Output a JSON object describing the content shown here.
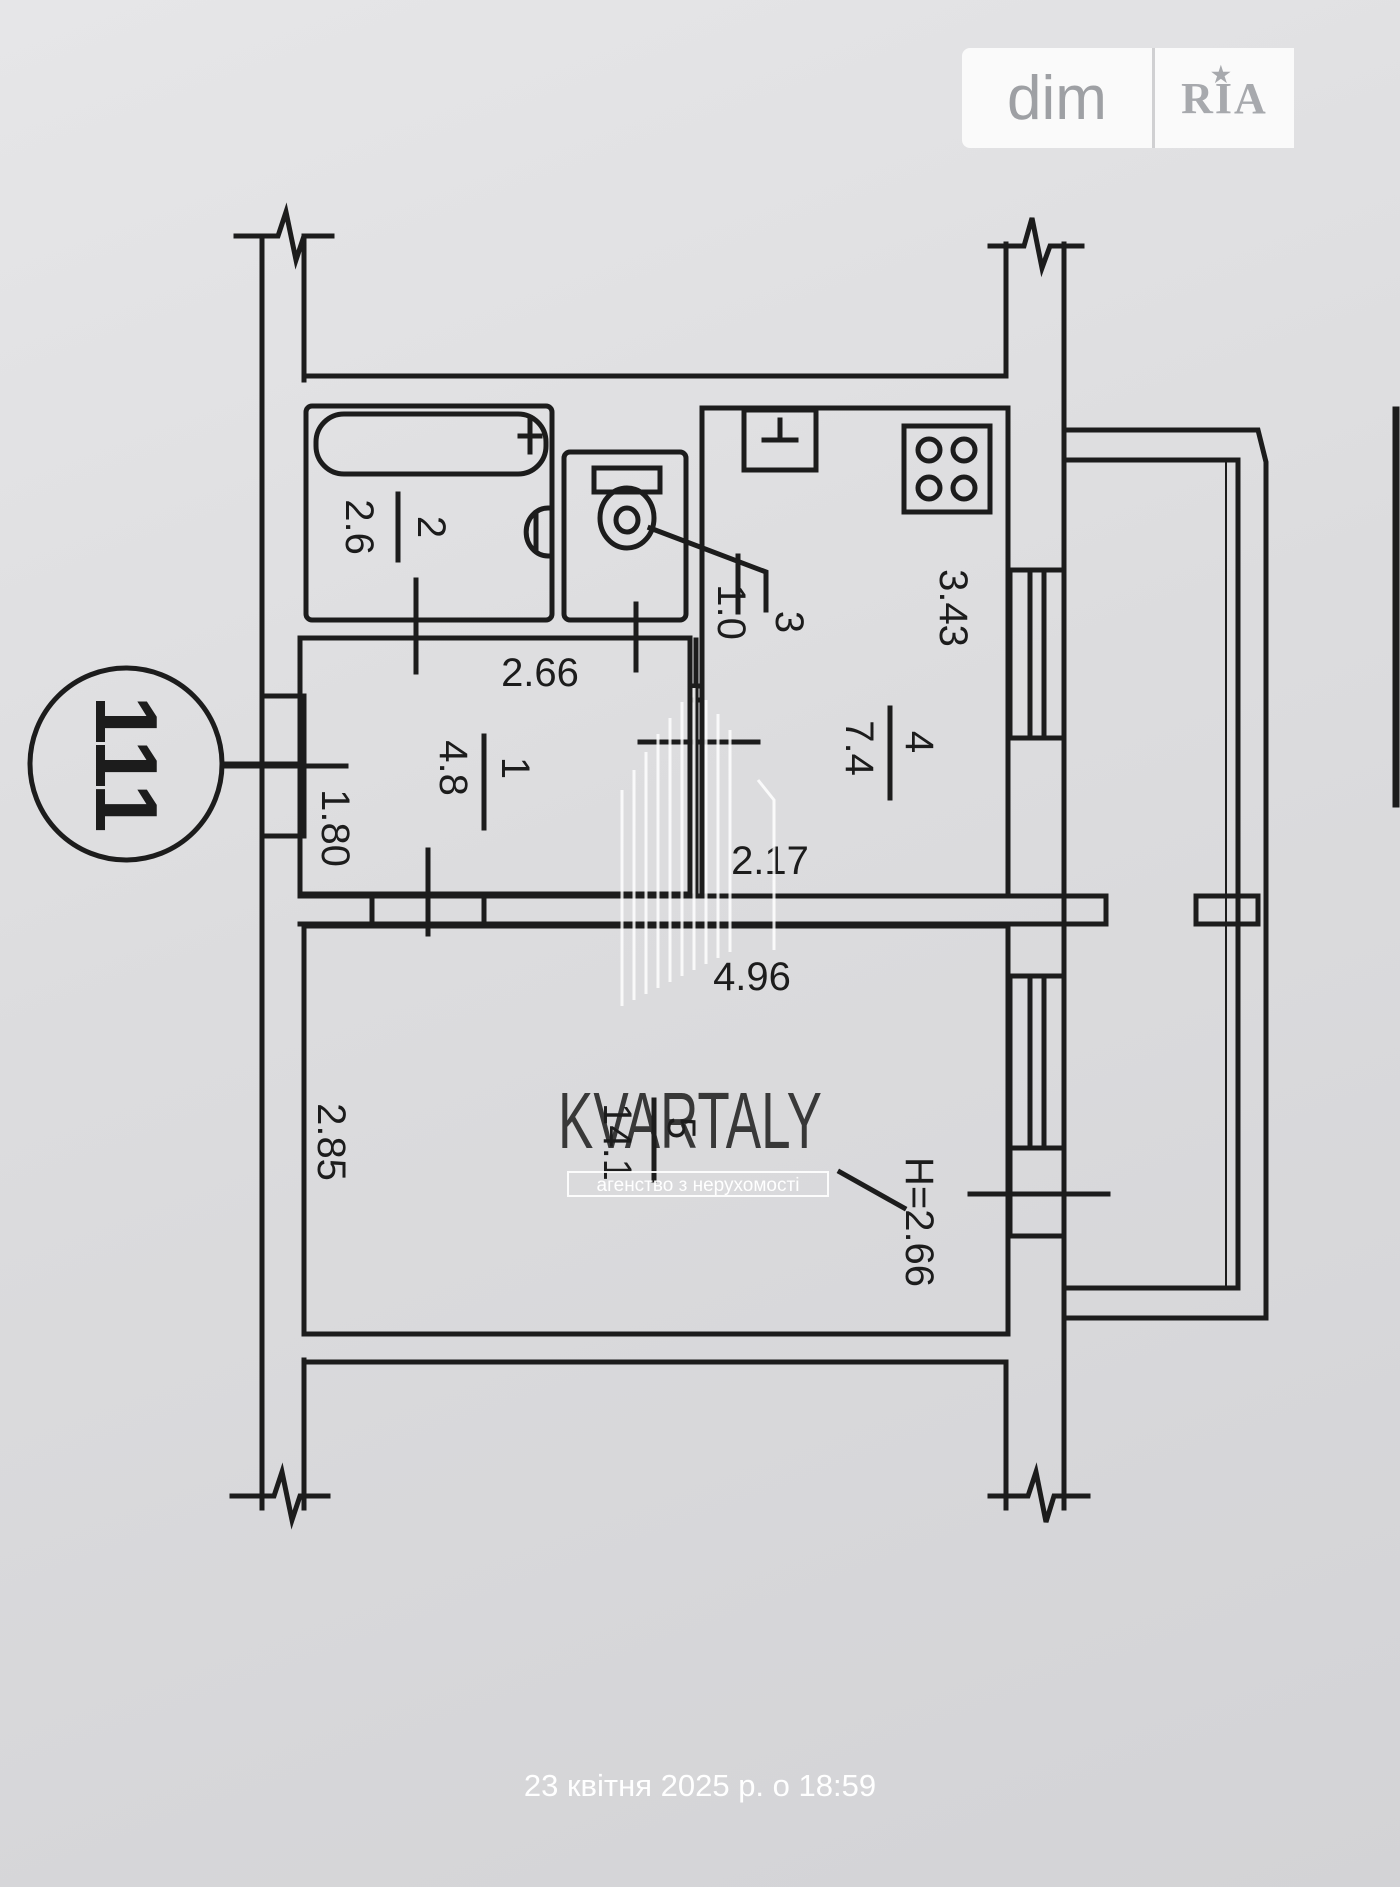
{
  "logo": {
    "dim": "dim",
    "ria": "RIA",
    "star_glyph": "★"
  },
  "plan": {
    "apartment_number": "111",
    "rooms": [
      {
        "number": "1",
        "area": "4.8"
      },
      {
        "number": "2",
        "area": "2.6"
      },
      {
        "number": "3",
        "area": "1.0"
      },
      {
        "number": "4",
        "area": "7.4"
      },
      {
        "number": "5",
        "area": "14.1"
      }
    ],
    "dimensions": {
      "hall_width": "2.66",
      "hall_depth": "1.80",
      "kitchen_width": "2.17",
      "kitchen_depth": "3.43",
      "living_width": "4.96",
      "living_depth": "2.85",
      "ceiling_height": "H=2.66"
    }
  },
  "watermark": {
    "brand": "KVARTALY",
    "tagline": "агенство з нерухомості",
    "color": "#ffffff"
  },
  "footer": {
    "timestamp": "23 квітня 2025 р. о 18:59"
  }
}
